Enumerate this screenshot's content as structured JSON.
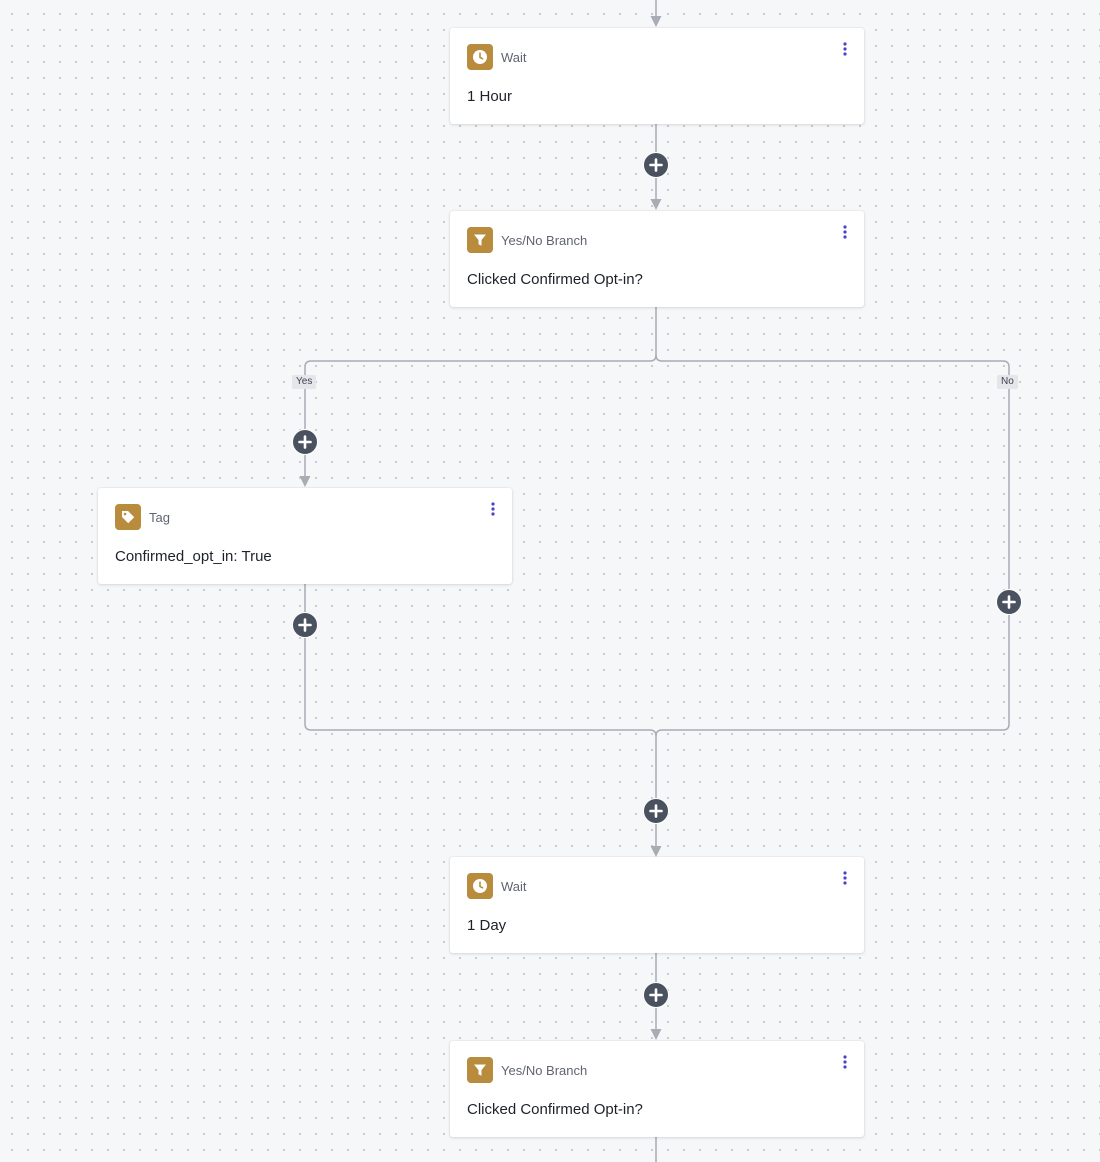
{
  "colors": {
    "icon_badge": "#b98b3c",
    "connector": "#a7acb5",
    "add_button": "#4a5260",
    "menu_dots": "#4b44c9"
  },
  "steps": [
    {
      "type": "Wait",
      "value": "1 Hour",
      "icon": "clock-icon"
    },
    {
      "type": "Yes/No Branch",
      "value": "Clicked Confirmed Opt-in?",
      "icon": "filter-icon"
    },
    {
      "type": "Tag",
      "value": "Confirmed_opt_in: True",
      "icon": "tag-icon"
    },
    {
      "type": "Wait",
      "value": "1 Day",
      "icon": "clock-icon"
    },
    {
      "type": "Yes/No Branch",
      "value": "Clicked Confirmed Opt-in?",
      "icon": "filter-icon"
    }
  ],
  "branch": {
    "yes_label": "Yes",
    "no_label": "No"
  },
  "add_button_icon": "plus-icon",
  "menu_icon": "more-vertical-icon"
}
